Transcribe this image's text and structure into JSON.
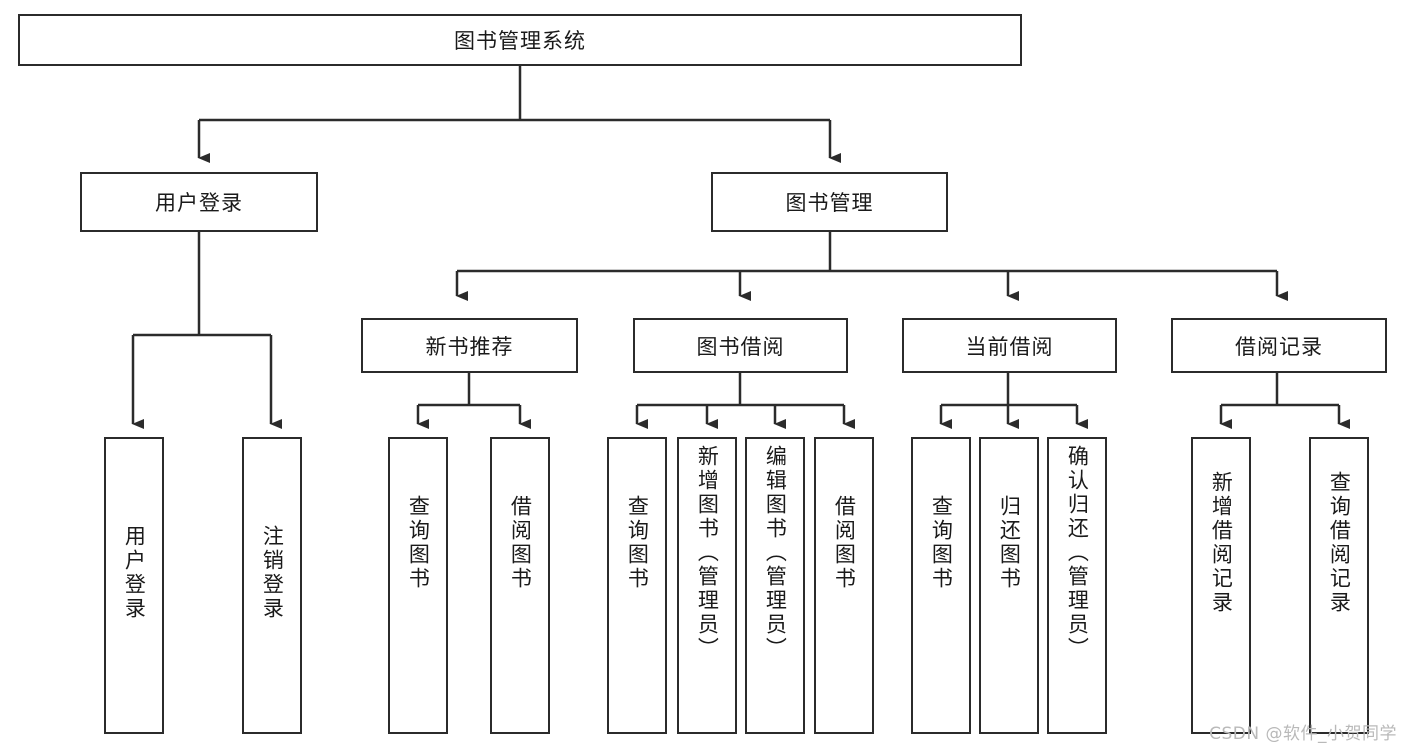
{
  "diagram": {
    "title": "图书管理系统",
    "type": "hierarchy-tree",
    "colors": {
      "stroke": "#2b2b2b",
      "fill": "#ffffff",
      "text": "#1a1a1a",
      "watermark": "#b9b9b9"
    },
    "root": {
      "label": "图书管理系统"
    },
    "level2": [
      {
        "label": "用户登录"
      },
      {
        "label": "图书管理"
      }
    ],
    "level3": [
      {
        "label": "新书推荐"
      },
      {
        "label": "图书借阅"
      },
      {
        "label": "当前借阅"
      },
      {
        "label": "借阅记录"
      }
    ],
    "leaves": {
      "user_login": [
        {
          "label": "用户登录"
        },
        {
          "label": "注销登录"
        }
      ],
      "new_book_recommend": [
        {
          "label": "查询图书"
        },
        {
          "label": "借阅图书"
        }
      ],
      "book_borrow": [
        {
          "label": "查询图书"
        },
        {
          "label": "新增图书（管理员）"
        },
        {
          "label": "编辑图书（管理员）"
        },
        {
          "label": "借阅图书"
        }
      ],
      "current_borrow": [
        {
          "label": "查询图书"
        },
        {
          "label": "归还图书"
        },
        {
          "label": "确认归还（管理员）"
        }
      ],
      "borrow_record": [
        {
          "label": "新增借阅记录"
        },
        {
          "label": "查询借阅记录"
        }
      ]
    },
    "watermark": "CSDN @软件_小贺同学"
  }
}
